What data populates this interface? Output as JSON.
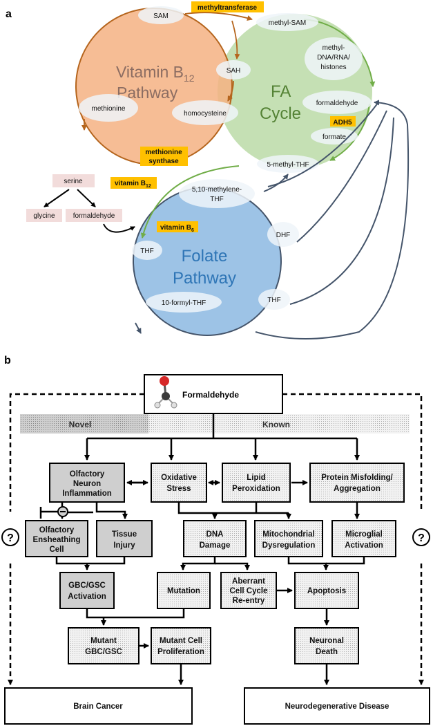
{
  "panel_a": {
    "label": "a",
    "cycles": {
      "b12": {
        "title_line1": "Vitamin B",
        "title_sub": "12",
        "title_line2": "Pathway",
        "fill": "#f4b183",
        "stroke": "#b5651d",
        "text_color": "#8c6d62"
      },
      "fa": {
        "title_line1": "FA",
        "title_line2": "Cycle",
        "fill": "#c5e0b4",
        "stroke": "#70ad47",
        "text_color": "#548235"
      },
      "folate": {
        "title_line1": "Folate",
        "title_line2": "Pathway",
        "fill": "#9dc3e6",
        "stroke": "#44546a",
        "text_color": "#2e75b6"
      }
    },
    "metabolites": {
      "sam": "SAM",
      "methyl_sam": "methyl-SAM",
      "sah": "SAH",
      "methyl_dna_1": "methyl-",
      "methyl_dna_2": "DNA/RNA/",
      "methyl_dna_3": "histones",
      "methionine": "methionine",
      "homocysteine": "homocysteine",
      "formaldehyde": "formaldehyde",
      "formate": "formate",
      "methyl_thf": "5-methyl-THF",
      "methylene_thf_1": "5,10-methylene-",
      "methylene_thf_2": "THF",
      "thf_left": "THF",
      "dhf": "DHF",
      "thf_right": "THF",
      "formyl_thf": "10-formyl-THF"
    },
    "enzymes": {
      "methyltransferase": "methyltransferase",
      "methionine_synthase_1": "methionine",
      "methionine_synthase_2": "synthase",
      "adh5": "ADH5",
      "vitamin_b12_main": "vitamin B",
      "vitamin_b12_sub": "12",
      "vitamin_b6_main": "vitamin B",
      "vitamin_b6_sub": "6",
      "color": "#ffc000"
    },
    "serine_box": {
      "serine": "serine",
      "glycine": "glycine",
      "formaldehyde": "formaldehyde",
      "color": "#f2dcdb"
    }
  },
  "panel_b": {
    "label": "b",
    "formaldehyde": "Formaldehyde",
    "novel": "Novel",
    "known": "Known",
    "question": "?",
    "boxes": {
      "olfactory_1": "Olfactory",
      "olfactory_2": "Neuron",
      "olfactory_3": "Inflammation",
      "oxidative_1": "Oxidative",
      "oxidative_2": "Stress",
      "lipid_1": "Lipid",
      "lipid_2": "Peroxidation",
      "protein_1": "Protein Misfolding/",
      "protein_2": "Aggregation",
      "oec_1": "Olfactory",
      "oec_2": "Ensheathing",
      "oec_3": "Cell",
      "tissue_1": "Tissue",
      "tissue_2": "Injury",
      "dna_1": "DNA",
      "dna_2": "Damage",
      "mito_1": "Mitochondrial",
      "mito_2": "Dysregulation",
      "microglial_1": "Microglial",
      "microglial_2": "Activation",
      "gbc_1": "GBC/GSC",
      "gbc_2": "Activation",
      "mutation": "Mutation",
      "aberrant_1": "Aberrant",
      "aberrant_2": "Cell Cycle",
      "aberrant_3": "Re-entry",
      "apoptosis": "Apoptosis",
      "mutant_gbc_1": "Mutant",
      "mutant_gbc_2": "GBC/GSC",
      "mutant_prolif_1": "Mutant Cell",
      "mutant_prolif_2": "Proliferation",
      "neuronal_1": "Neuronal",
      "neuronal_2": "Death",
      "brain_cancer": "Brain Cancer",
      "neurodegenerative": "Neurodegenerative Disease"
    },
    "colors": {
      "novel": "#d0d0d0",
      "known": "#f4f4f4",
      "dotted": "#ececec"
    }
  }
}
